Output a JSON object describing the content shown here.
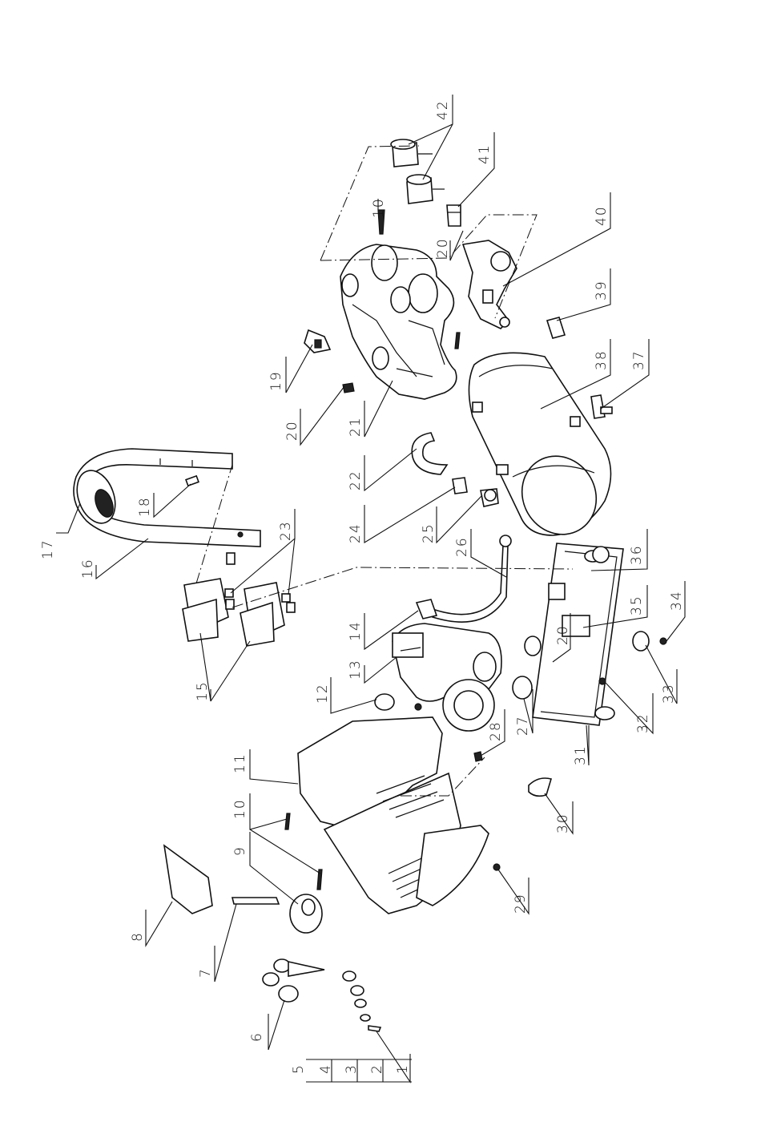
{
  "callouts": [
    "1",
    "2",
    "3",
    "4",
    "5",
    "6",
    "7",
    "8",
    "9",
    "10",
    "10",
    "11",
    "12",
    "13",
    "14",
    "15",
    "16",
    "17",
    "18",
    "19",
    "20",
    "20",
    "20",
    "21",
    "22",
    "23",
    "24",
    "25",
    "26",
    "27",
    "28",
    "29",
    "30",
    "31",
    "32",
    "33",
    "34",
    "35",
    "36",
    "37",
    "38",
    "39",
    "40",
    "41",
    "42"
  ]
}
